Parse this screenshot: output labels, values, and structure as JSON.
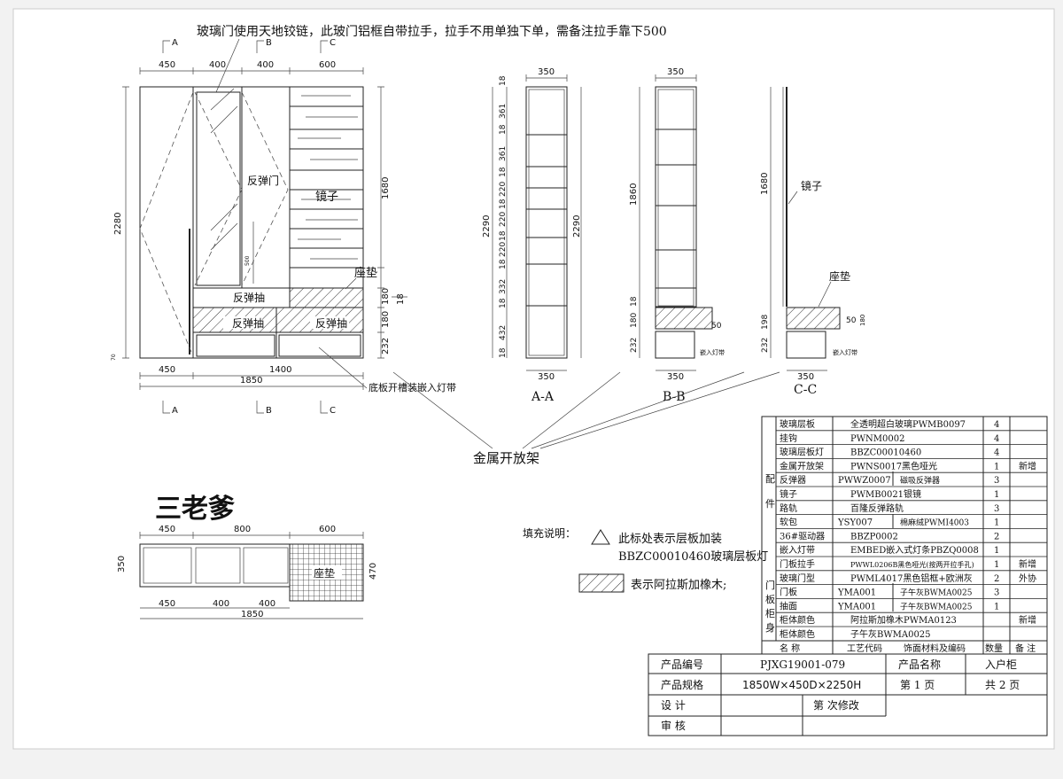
{
  "top_note": "玻璃门使用天地铰链，此玻门铝框自带拉手，拉手不用单独下单，需备注拉手靠下500",
  "brand": "三老爹",
  "front": {
    "section_marks": [
      "A",
      "B",
      "C"
    ],
    "top_dims": [
      "450",
      "400",
      "400",
      "600"
    ],
    "bottom_dims_1": [
      "450",
      "1400"
    ],
    "bottom_dim_total": "1850",
    "height_total": "2280",
    "right_dims": [
      "1680",
      "180",
      "18",
      "180",
      "232"
    ],
    "left_small": "70",
    "inner_dim": "500",
    "labels": {
      "spring_door": "反弹门",
      "mirror": "镜子",
      "cushion": "座垫",
      "spring_drawer_1": "反弹抽",
      "spring_drawer_2": "反弹抽",
      "spring_drawer_3": "反弹抽",
      "led_note": "底板开槽装嵌入灯带"
    }
  },
  "metal_rack_label": "金属开放架",
  "section_aa": {
    "title": "A-A",
    "top": "350",
    "bottom": "350",
    "left_total": "2290",
    "right_total": "2290",
    "dims": [
      "18",
      "361",
      "18",
      "361",
      "18",
      "220",
      "18",
      "220",
      "18",
      "220",
      "18",
      "332",
      "18",
      "432",
      "18"
    ]
  },
  "section_bb": {
    "title": "B-B",
    "top": "350",
    "bottom": "350",
    "height": "1860",
    "dims": [
      "18",
      "180",
      "232"
    ],
    "right_dim": "50",
    "note": "嵌入灯带"
  },
  "section_cc": {
    "title": "C-C",
    "bottom": "350",
    "height": "1680",
    "mirror": "镜子",
    "cushion": "座垫",
    "dims": [
      "198",
      "232"
    ],
    "right_dims": [
      "50",
      "180"
    ],
    "note": "嵌入灯带"
  },
  "plan": {
    "top_dims": [
      "450",
      "800",
      "600"
    ],
    "bottom_dims": [
      "450",
      "400",
      "400"
    ],
    "bottom_total": "1850",
    "left": "350",
    "right": "470",
    "cushion": "座垫"
  },
  "legend": {
    "title": "填充说明：",
    "item1_line1": "此标处表示层板加装",
    "item1_line2": "BBZC00010460玻璃层板灯",
    "item2": "表示阿拉斯加橡木;"
  },
  "parts_table": {
    "group1": "配\n件",
    "group2": "门\n板\n柜\n身",
    "rows": [
      {
        "name": "玻璃层板",
        "code": "全透明超白玻璃PWMB0097",
        "material": "",
        "qty": "4",
        "note": ""
      },
      {
        "name": "挂钩",
        "code": "PWNM0002",
        "material": "",
        "qty": "4",
        "note": ""
      },
      {
        "name": "玻璃层板灯",
        "code": "BBZC00010460",
        "material": "",
        "qty": "4",
        "note": ""
      },
      {
        "name": "金属开放架",
        "code": "PWNS0017黑色哑光",
        "material": "",
        "qty": "1",
        "note": "新增"
      },
      {
        "name": "反弹器",
        "code": "PWWZ0007",
        "material": "磁吸反弹器",
        "qty": "3",
        "note": ""
      },
      {
        "name": "镜子",
        "code": "PWMB0021银镜",
        "material": "",
        "qty": "1",
        "note": ""
      },
      {
        "name": "路轨",
        "code": "百隆反弹路轨",
        "material": "",
        "qty": "3",
        "note": ""
      },
      {
        "name": "软包",
        "code": "YSY007",
        "material": "棉麻绒PWMI4003",
        "qty": "1",
        "note": ""
      },
      {
        "name": "36#驱动器",
        "code": "BBZP0002",
        "material": "",
        "qty": "2",
        "note": ""
      },
      {
        "name": "嵌入灯带",
        "code": "EMBED嵌入式灯条PBZQ0008",
        "material": "",
        "qty": "1",
        "note": ""
      },
      {
        "name": "门板拉手",
        "code": "PWWL0206B黑色哑光(按两开拉手孔)",
        "material": "",
        "qty": "1",
        "note": "新增"
      },
      {
        "name": "玻璃门型",
        "code": "PWML4017黑色铝框+欧洲灰",
        "material": "",
        "qty": "2",
        "note": "外协"
      },
      {
        "name": "门板",
        "code": "YMA001",
        "material": "子午灰BWMA0025",
        "qty": "3",
        "note": ""
      },
      {
        "name": "抽面",
        "code": "YMA001",
        "material": "子午灰BWMA0025",
        "qty": "1",
        "note": ""
      },
      {
        "name": "柜体颜色",
        "code": "阿拉斯加橡木PWMA0123",
        "material": "",
        "qty": "",
        "note": "新增"
      },
      {
        "name": "柜体颜色",
        "code": "子午灰BWMA0025",
        "material": "",
        "qty": "",
        "note": ""
      }
    ],
    "header": {
      "name": "名 称",
      "code": "工艺代码",
      "material": "饰面材料及编码",
      "qty": "数量",
      "note": "备 注"
    }
  },
  "title_block": {
    "product_no_label": "产品编号",
    "product_no": "PJXG19001-079",
    "product_name_label": "产品名称",
    "product_name": "入户柜",
    "spec_label": "产品规格",
    "spec": "1850W×450D×2250H",
    "page": "第 1 页",
    "total": "共 2 页",
    "design_label": "设    计",
    "revision": "第   次修改",
    "review_label": "审    核"
  }
}
